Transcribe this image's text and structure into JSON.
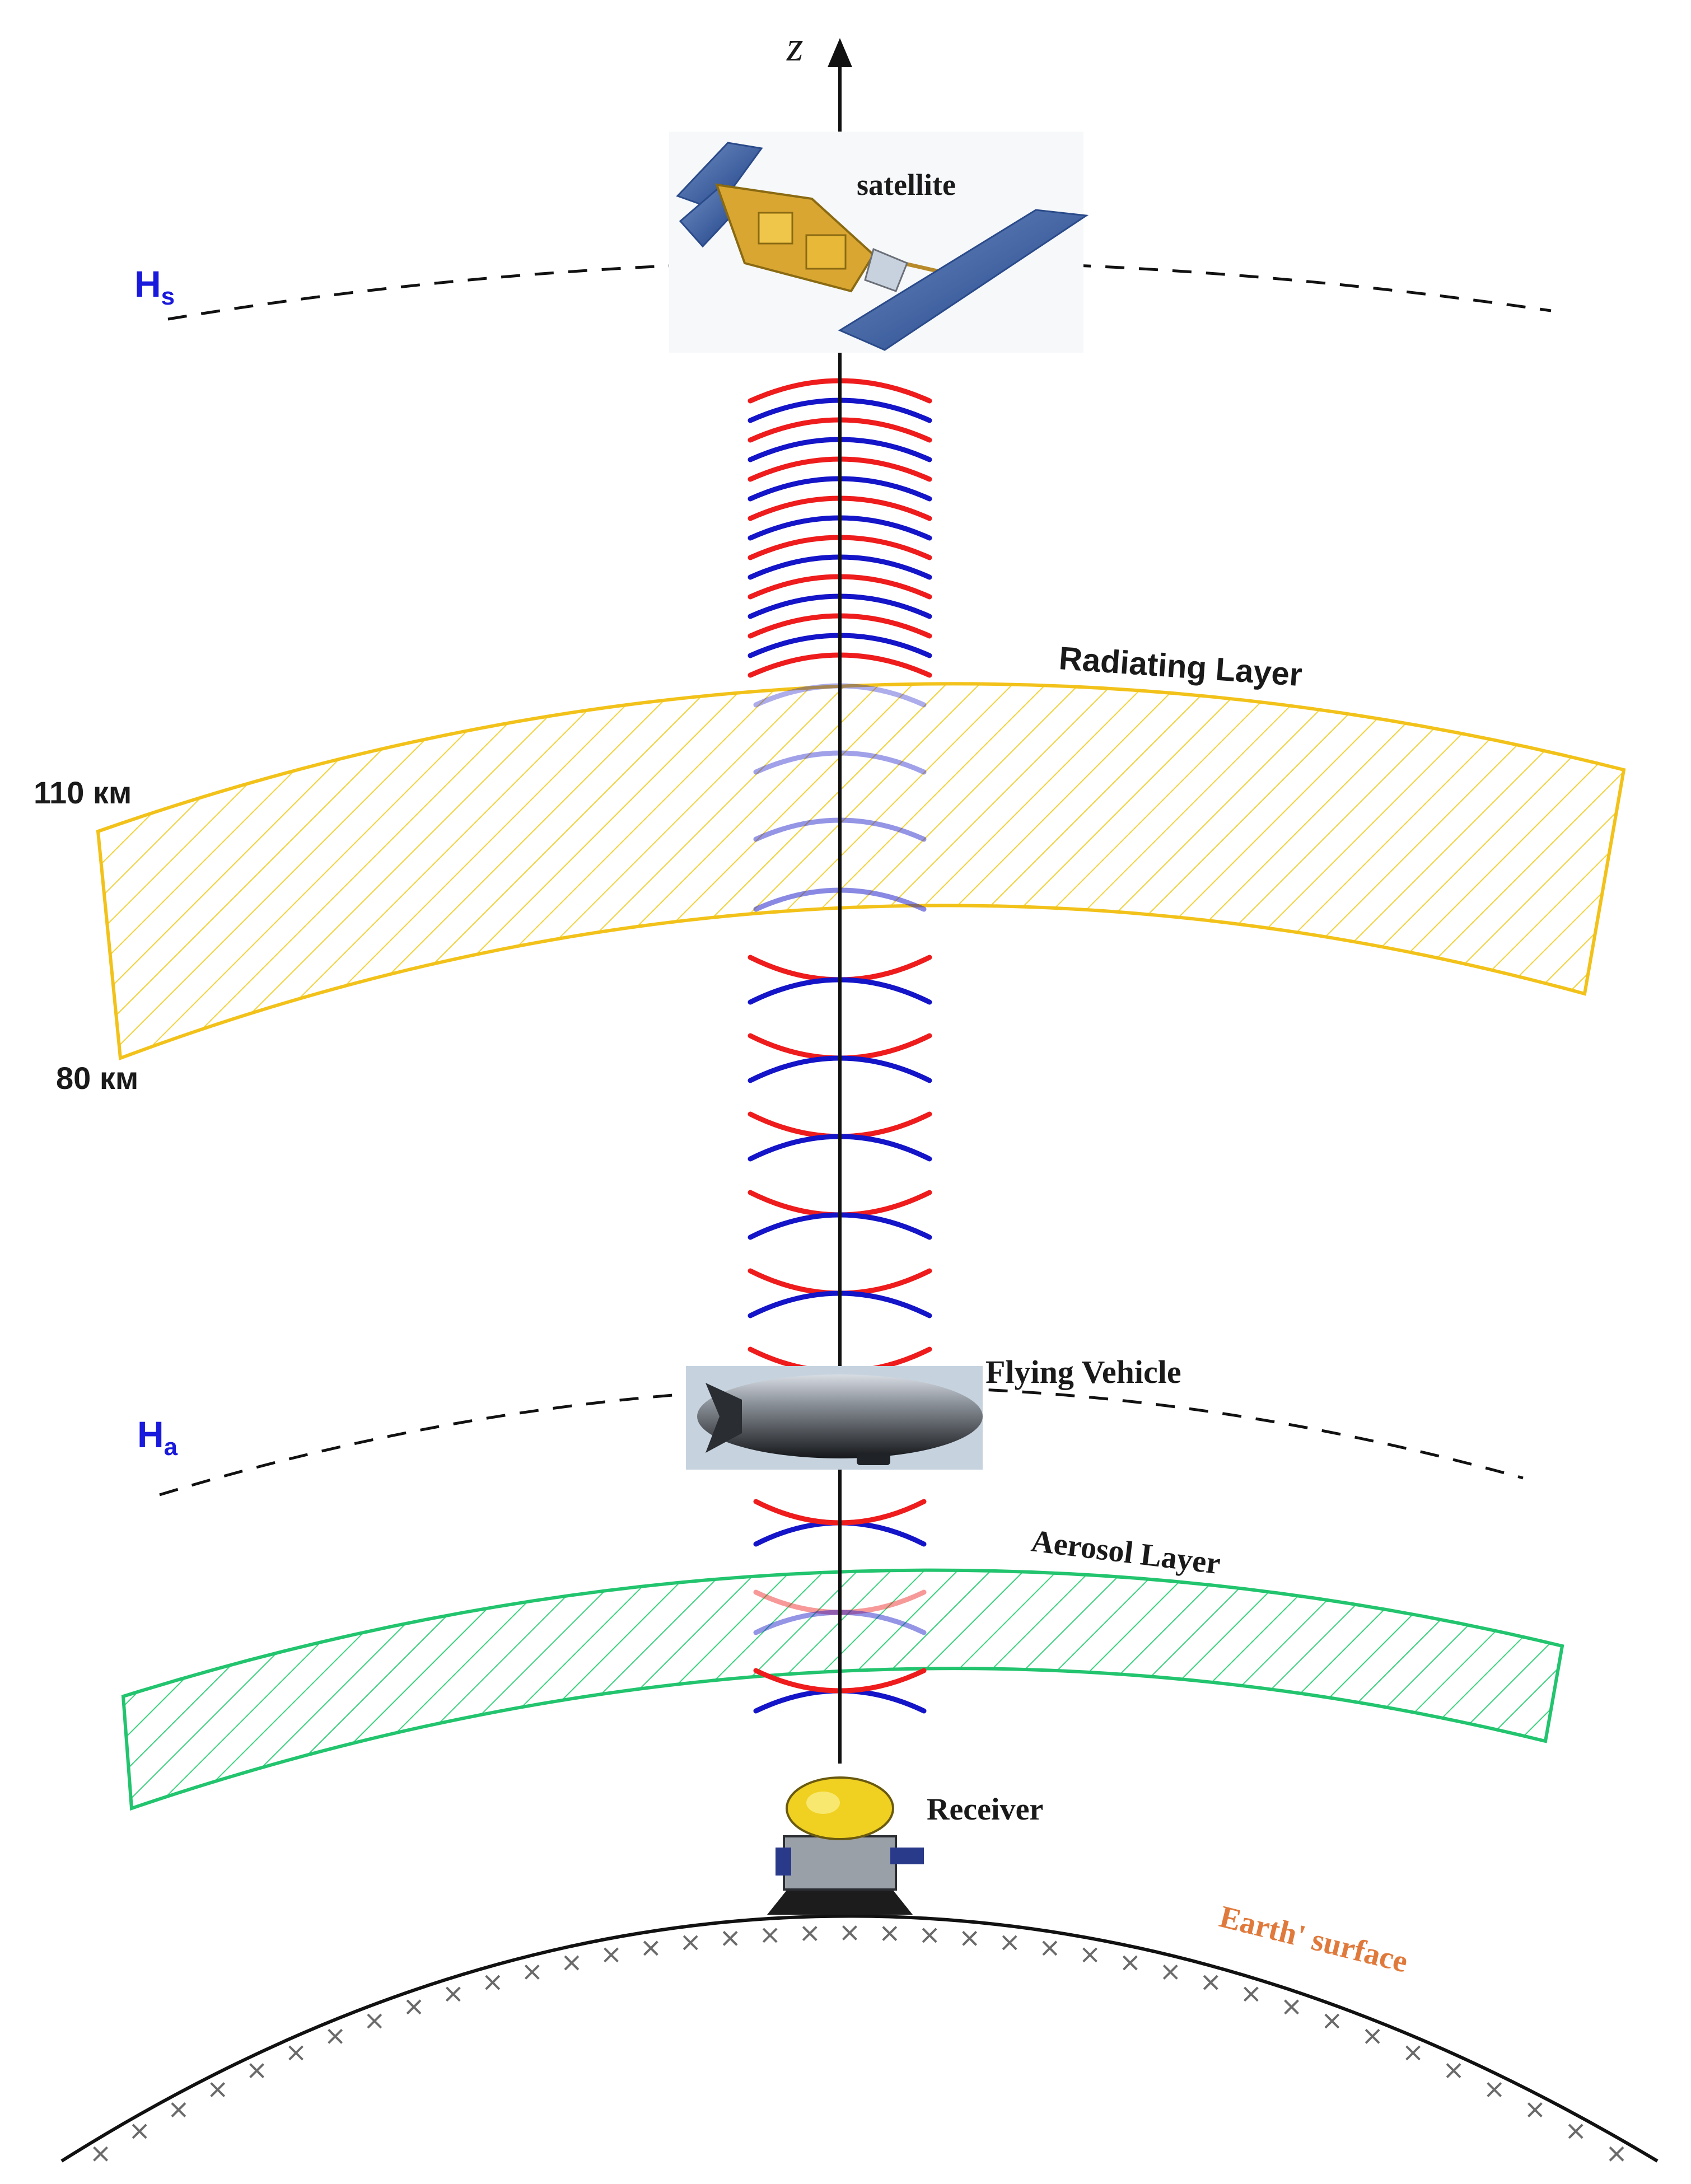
{
  "labels": {
    "axis": "z",
    "satellite": "satellite",
    "hs_main": "H",
    "hs_sub": "s",
    "radiating_layer": "Radiating Layer",
    "alt_110": "110 км",
    "alt_80": "80 км",
    "flying_vehicle": "Flying Vehicle",
    "ha_main": "H",
    "ha_sub": "a",
    "aerosol_layer": "Aerosol Layer",
    "receiver": "Receiver",
    "earth_surface": "Earth' surface"
  },
  "colors": {
    "wave_red": "#ee1c1c",
    "wave_blue": "#1414c8",
    "radiating_layer": "#f2c21a",
    "aerosol_layer": "#22c46e",
    "altitude_label": "#1a1adc",
    "earth_label": "#e07a3c",
    "axis": "#111111"
  }
}
